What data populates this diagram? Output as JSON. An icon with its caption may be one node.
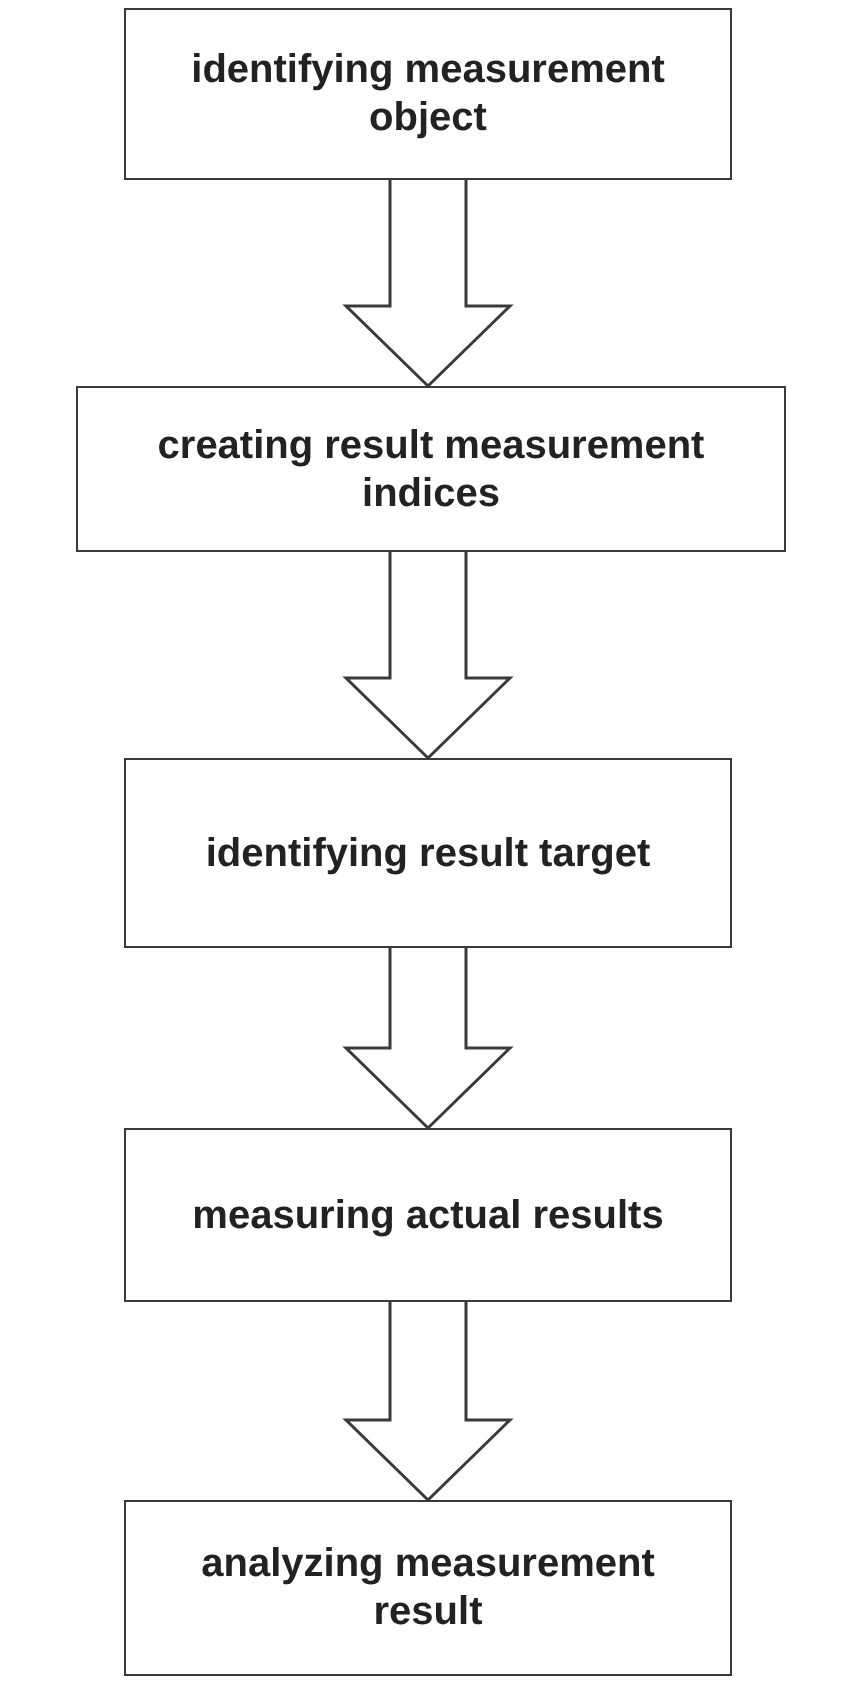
{
  "diagram": {
    "nodes": [
      {
        "text": [
          "identifying measurement object"
        ]
      },
      {
        "text": [
          "creating result measurement indices"
        ]
      },
      {
        "text": [
          "identifying result target"
        ]
      },
      {
        "text": [
          "measuring actual results"
        ]
      },
      {
        "text": [
          "analyzing measurement result"
        ]
      }
    ],
    "edges": [
      {
        "from": 0,
        "to": 1,
        "arrow": "to"
      },
      {
        "from": 1,
        "to": 2,
        "arrow": "to"
      },
      {
        "from": 2,
        "to": 3,
        "arrow": "to"
      },
      {
        "from": 3,
        "to": 4,
        "arrow": "to"
      }
    ]
  }
}
